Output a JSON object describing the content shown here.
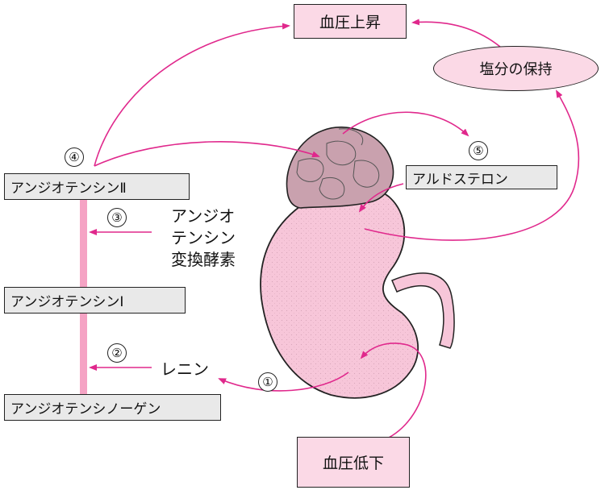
{
  "boxes": {
    "bp_rise": "血圧上昇",
    "salt_retention": "塩分の保持",
    "aldosterone": "アルドステロン",
    "angiotensin2": "アンジオテンシンⅡ",
    "angiotensin1": "アンジオテンシンⅠ",
    "angiotensinogen": "アンジオテンシノーゲン",
    "bp_drop": "血圧低下"
  },
  "labels": {
    "ace": [
      "アンジオ",
      "テンシン",
      "変換酵素"
    ],
    "renin": "レニン"
  },
  "steps": [
    "①",
    "②",
    "③",
    "④",
    "⑤"
  ],
  "colors": {
    "arrow": "#e0288c",
    "kidney": "#f7c6d9",
    "adrenal": "#c9a1ae",
    "column": "#f5a3c4",
    "box_pink": "#fbd9e6",
    "box_gray": "#e9e9e9"
  }
}
